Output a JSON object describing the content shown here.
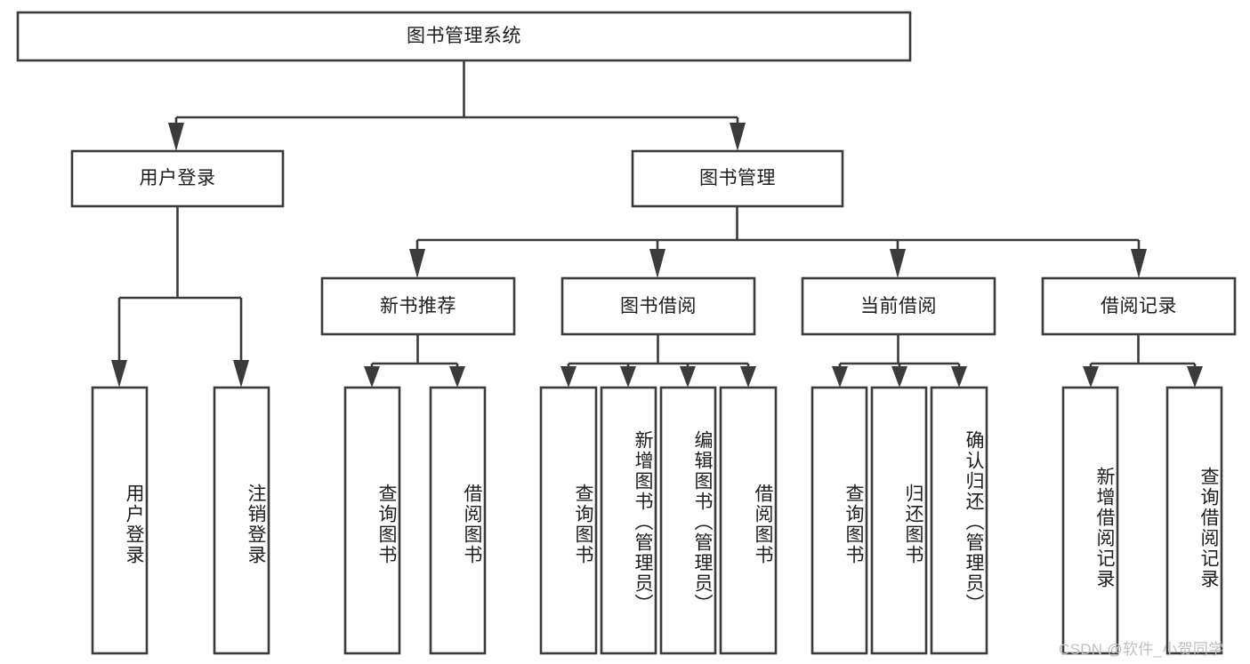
{
  "diagram": {
    "type": "tree-hierarchy",
    "title_node": {
      "label": "图书管理系统"
    },
    "level1": [
      {
        "label": "用户登录"
      },
      {
        "label": "图书管理"
      }
    ],
    "level2": [
      {
        "label": "新书推荐"
      },
      {
        "label": "图书借阅"
      },
      {
        "label": "当前借阅"
      },
      {
        "label": "借阅记录"
      }
    ],
    "leaves": {
      "user_login": [
        {
          "label": "用户登录"
        },
        {
          "label": "注销登录"
        }
      ],
      "new_book_recommend": [
        {
          "label": "查询图书"
        },
        {
          "label": "借阅图书"
        }
      ],
      "book_borrow": [
        {
          "label": "查询图书"
        },
        {
          "label": "新增图书（管理员）"
        },
        {
          "label": "编辑图书（管理员）"
        },
        {
          "label": "借阅图书"
        }
      ],
      "current_borrow": [
        {
          "label": "查询图书"
        },
        {
          "label": "归还图书"
        },
        {
          "label": "确认归还（管理员）"
        }
      ],
      "borrow_record": [
        {
          "label": "新增借阅记录"
        },
        {
          "label": "查询借阅记录"
        }
      ]
    },
    "watermark": "CSDN @软件_小贺同学",
    "colors": {
      "stroke": "#3b3b3b",
      "fill": "#ffffff",
      "text": "#1d1d1d",
      "watermark": "#bfbfbf"
    }
  }
}
